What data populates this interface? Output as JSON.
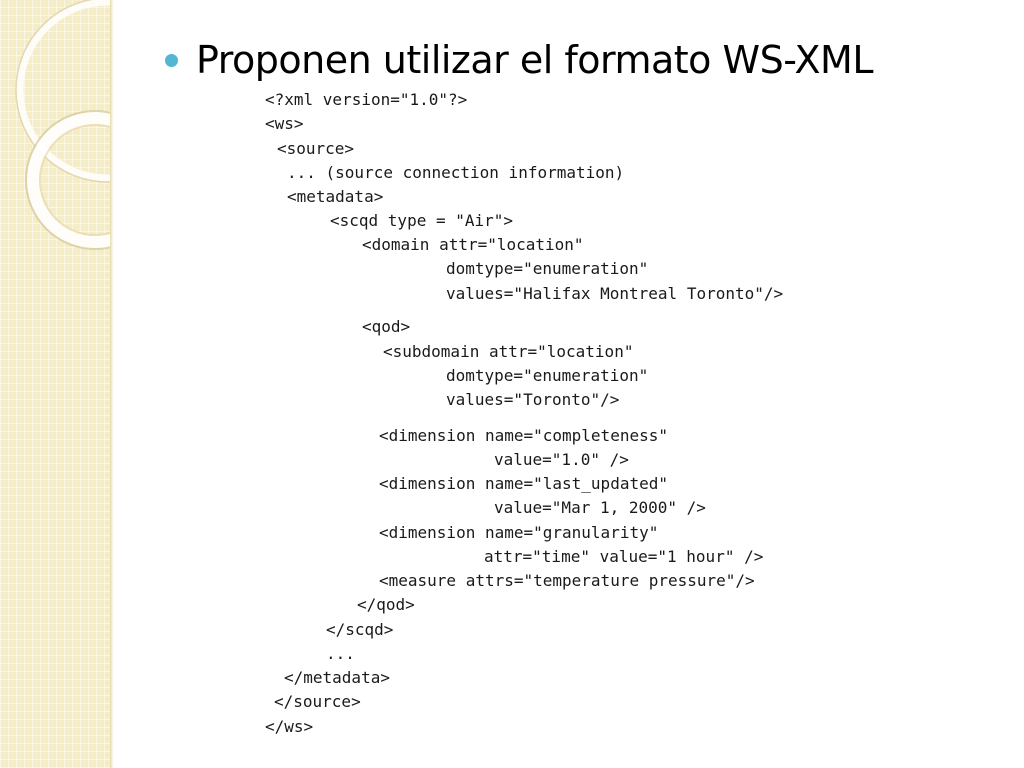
{
  "slide": {
    "bullet": "Proponen utilizar el formato WS-XML",
    "code_lines": [
      "<?xml version=\"1.0\"?>",
      "<ws>",
      "<source>",
      "... (source connection information)",
      "<metadata>",
      "<scqd type = \"Air\">",
      "<domain attr=\"location\"",
      "domtype=\"enumeration\"",
      "values=\"Halifax Montreal Toronto\"/>",
      "<qod>",
      "<subdomain attr=\"location\"",
      "domtype=\"enumeration\"",
      "values=\"Toronto\"/>",
      "<dimension name=\"completeness\"",
      "value=\"1.0\" />",
      "<dimension name=\"last_updated\"",
      "value=\"Mar 1, 2000\" />",
      "<dimension name=\"granularity\"",
      "attr=\"time\" value=\"1 hour\" />",
      "<measure attrs=\"temperature pressure\"/>",
      "</qod>",
      "</scqd>",
      "...",
      "</metadata>",
      "</source>",
      "</ws>"
    ]
  },
  "colors": {
    "bullet": "#53b7d3",
    "sidebar": "#f5ecc8",
    "text": "#000000"
  }
}
